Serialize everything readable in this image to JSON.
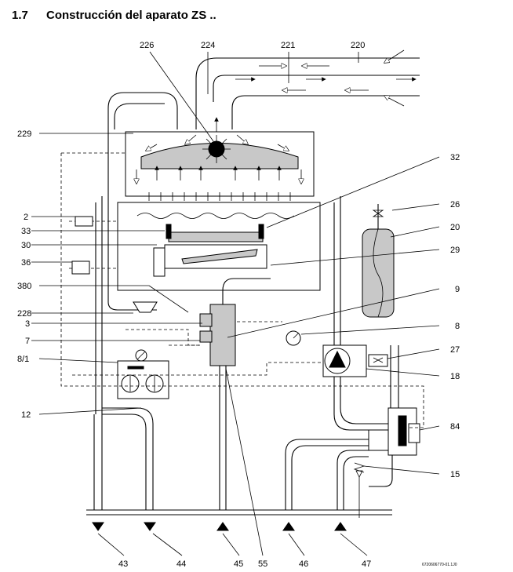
{
  "section": {
    "number": "1.7",
    "title": "Construcción del aparato ZS .."
  },
  "labels": {
    "l226": "226",
    "l224": "224",
    "l221": "221",
    "l220": "220",
    "l229": "229",
    "l32": "32",
    "l2": "2",
    "l26": "26",
    "l33": "33",
    "l20": "20",
    "l30": "30",
    "l29": "29",
    "l36": "36",
    "l380": "380",
    "l9": "9",
    "l228": "228",
    "l3": "3",
    "l8": "8",
    "l7": "7",
    "l27": "27",
    "l8_1": "8/1",
    "l18": "18",
    "l12": "12",
    "l84": "84",
    "l15": "15",
    "l43": "43",
    "l44": "44",
    "l45": "45",
    "l55": "55",
    "l46": "46",
    "l47": "47"
  },
  "figure_code": "6720606770-01.1J0"
}
